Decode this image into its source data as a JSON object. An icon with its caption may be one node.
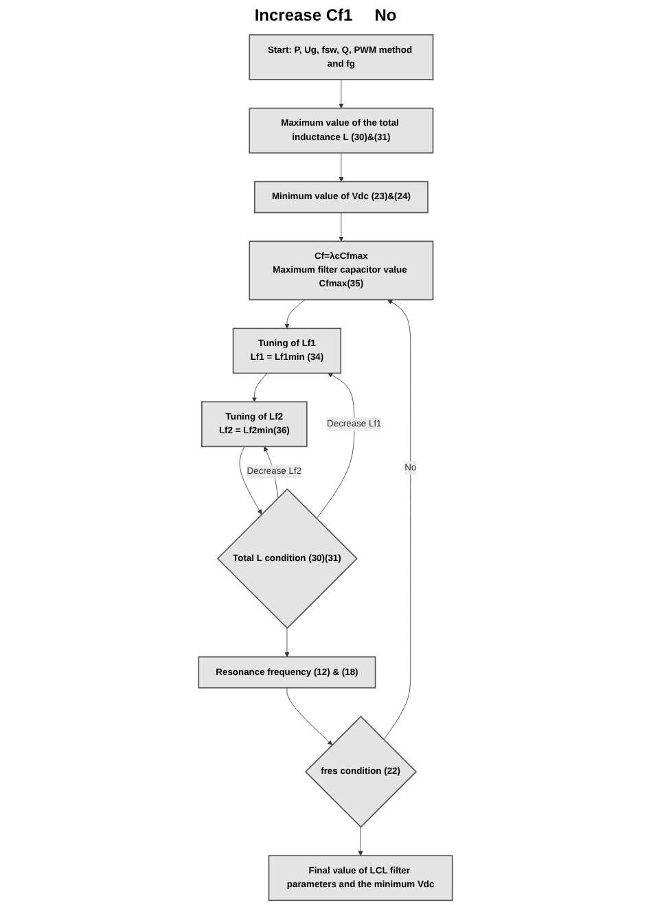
{
  "diagram": {
    "nodes": [
      {
        "text": [
          "Start: P, Ug, fsw, Q, PWM method and fg"
        ]
      },
      {
        "text": [
          "Maximum value of the total inductance L (30)&(31)"
        ]
      },
      {
        "text": [
          "Minimum value of Vdc (23)&(24)"
        ]
      },
      {
        "text": [
          "Cf=λcCfmax",
          "Maximum filter capacitor value Cfmax(35)"
        ]
      },
      {
        "text": [
          "Tuning of Lf1",
          "Lf1 = Lf1min (34)"
        ]
      },
      {
        "text": [
          "Tuning of Lf2",
          "Lf2 = Lf2min(36)"
        ]
      },
      {
        "text": [
          "Total L condition (30)(31)"
        ]
      },
      {
        "text": [
          "Resonance frequency (12) & (18)"
        ]
      },
      {
        "text": [
          "fres condition (22)"
        ]
      },
      {
        "text": [
          "Final value of LCL filter parameters and the minimum Vdc"
        ]
      }
    ],
    "edges": [
      {
        "from": 0,
        "to": 1,
        "arrow": "to"
      },
      {
        "from": 1,
        "to": 2,
        "arrow": "to"
      },
      {
        "from": 2,
        "to": 3,
        "arrow": "to"
      },
      {
        "from": 3,
        "to": 4,
        "arrow": "to"
      },
      {
        "from": 4,
        "to": 5,
        "arrow": "to"
      },
      {
        "from": 5,
        "to": 6,
        "arrow": "to"
      },
      {
        "from": 6,
        "to": 7,
        "arrow": "to"
      },
      {
        "from": 7,
        "to": 8,
        "arrow": "to"
      },
      {
        "from": 8,
        "to": 9,
        "arrow": "to"
      },
      {
        "from": 6,
        "to": 4,
        "arrow": "to",
        "label": "Decrease Lf1"
      },
      {
        "from": 6,
        "to": 5,
        "arrow": "to",
        "label": "Decrease Lf2"
      },
      {
        "from": 8,
        "to": 3,
        "arrow": "to",
        "label": "No"
      }
    ],
    "labels": [
      "Increase Cf1",
      "No"
    ]
  }
}
